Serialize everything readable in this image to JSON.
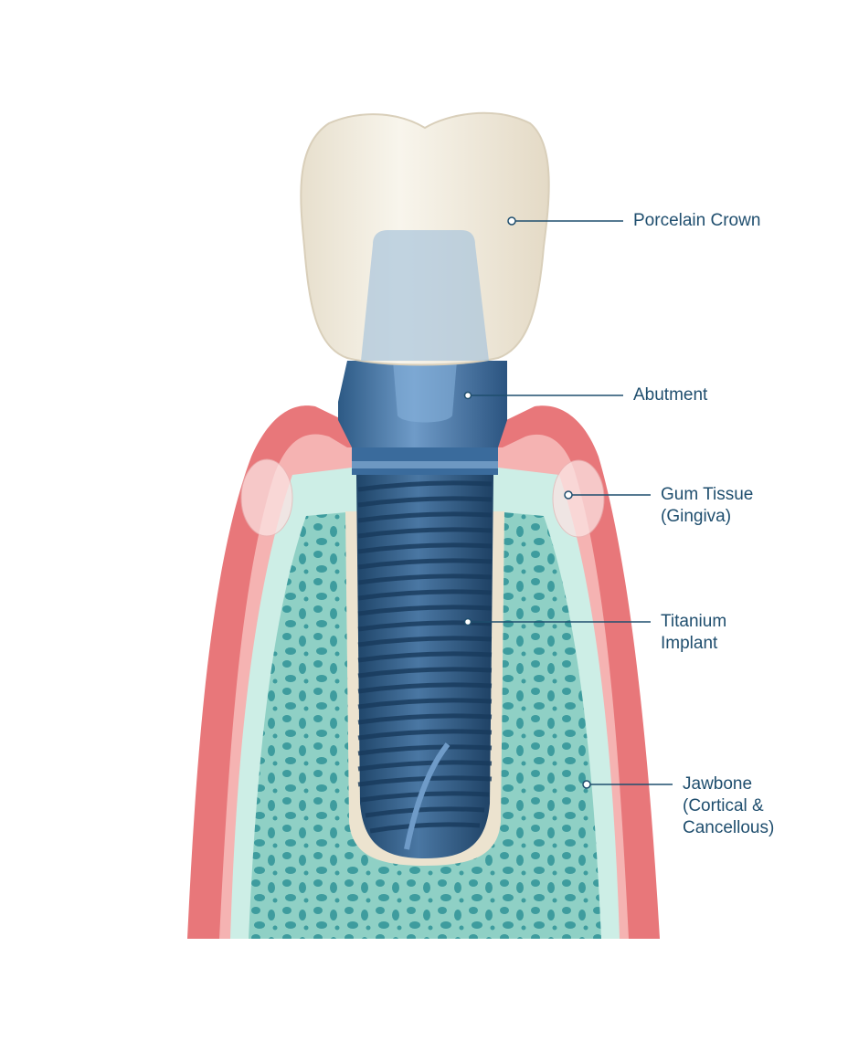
{
  "labels": {
    "crown": "Porcelain Crown",
    "abutment": "Abutment",
    "gum_line1": "Gum Tissue",
    "gum_line2": "(Gingiva)",
    "implant_line1": "Titanium",
    "implant_line2": "Implant",
    "jaw_line1": "Jawbone",
    "jaw_line2": "(Cortical &",
    "jaw_line3": "Cancellous)"
  },
  "colors": {
    "label_text": "#1f4e6e",
    "gum": "#e8777a",
    "gum_inner": "#f5b3b2",
    "bone_cortical": "#cdeee6",
    "bone_cancellous": "#8ccfc5",
    "bone_pores": "#3f9ea0",
    "crown": "#f1ece0",
    "implant": "#2f5e8a",
    "abutment": "#4c7eb0"
  }
}
